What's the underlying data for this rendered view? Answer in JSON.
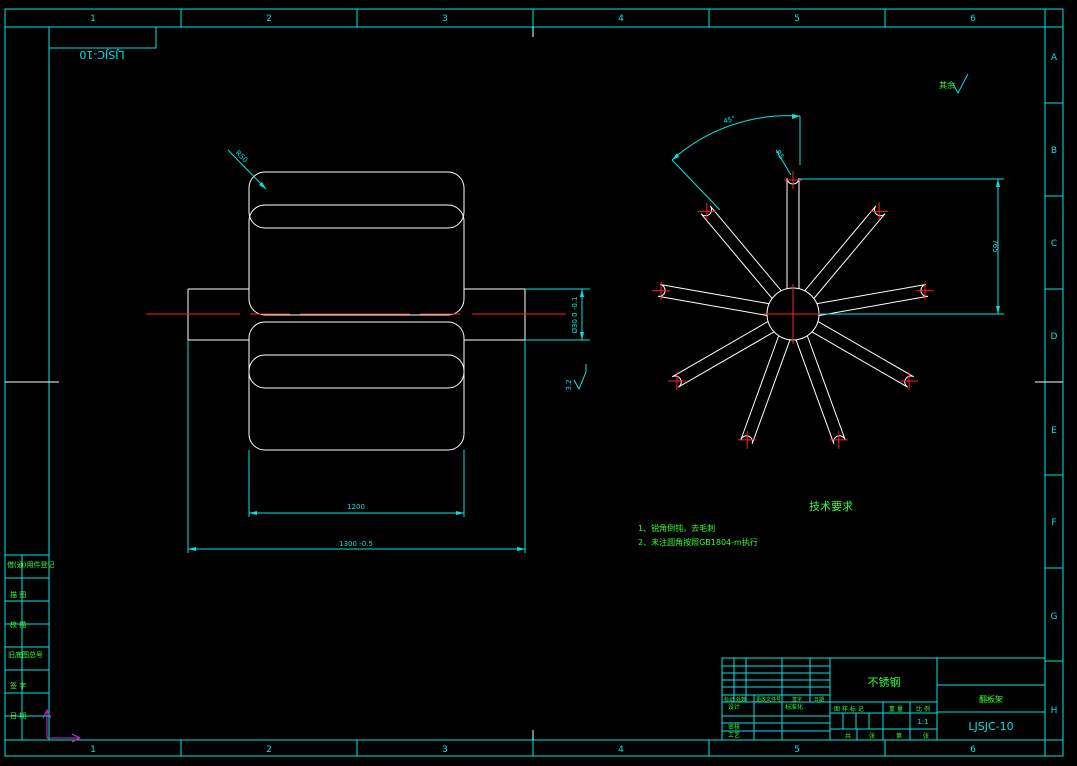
{
  "colors": {
    "background": "#000000",
    "frame": "#00e5e5",
    "outline": "#ffffff",
    "dimension": "#00e5e5",
    "centerline": "#ff2020",
    "annotation": "#33ff33",
    "axis": "#cc33cc"
  },
  "frame": {
    "col_labels": [
      "1",
      "2",
      "3",
      "4",
      "5",
      "6"
    ],
    "row_labels": [
      "A",
      "B",
      "C",
      "D",
      "E",
      "F",
      "G",
      "H"
    ]
  },
  "drawing_number_mirrored": "LJSJC-10",
  "front_view": {
    "corner_radius": "R50",
    "diameter": "Ø30 0 -0.1",
    "roughness": "3.2",
    "inner_width": "1200",
    "overall_length": "1300 -0.5"
  },
  "side_view": {
    "angle": "45°",
    "hole_radius": "R5",
    "radius_dim": "765"
  },
  "finish_mark": "其余",
  "tech_requirements": {
    "title": "技术要求",
    "items": [
      "1、锐角倒钝，去毛刺",
      "2、未注圆角按照GB1804-m执行"
    ]
  },
  "left_stamp_labels": [
    "借(通)用件登记",
    "描 图",
    "校 描",
    "旧底图总号",
    "签 字",
    "日 期"
  ],
  "title_block": {
    "material": "不锈钢",
    "part_name": "翻板架",
    "drawing_number": "LJSJC-10",
    "scale": "1:1",
    "stage_row": "图 样 标 记",
    "weight_label": "重 量",
    "scale_label": "比 例",
    "sheet_labels": [
      "共",
      "张",
      "第",
      "张"
    ],
    "revision_headers": [
      "标记",
      "处数",
      "更改文件号",
      "签字",
      "日期"
    ],
    "design_label": "设计",
    "standard_label": "标准化",
    "review_label": "审核",
    "process_label": "工艺"
  }
}
